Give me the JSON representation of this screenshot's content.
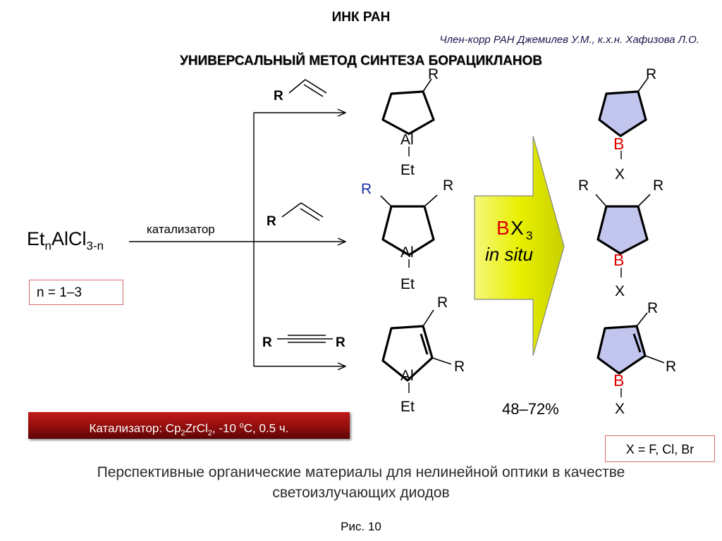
{
  "header": {
    "org": "ИНК РАН",
    "authors": "Член-корр РАН Джемилев У.М., к.х.н. Хафизова Л.О.",
    "title": "УНИВЕРСАЛЬНЫЙ МЕТОД СИНТЕЗА БОРАЦИКЛАНОВ"
  },
  "reagent": {
    "base": "Et",
    "sub1": "n",
    "mid": "AlCl",
    "sub2": "3-n"
  },
  "catalyst_label": "катализатор",
  "n_range": "n = 1–3",
  "substituent": "R",
  "labels": {
    "al": "Al",
    "et": "Et",
    "b": "B",
    "x": "X"
  },
  "reagent_arrow": {
    "b": "B",
    "x": "X",
    "sub": "3",
    "in_situ": "in situ"
  },
  "conditions": {
    "prefix": "Катализатор: Cp",
    "s1": "2",
    "mid": "ZrCl",
    "s2": "2",
    "temp": ", -10 ",
    "deg": "o",
    "suffix": "C, 0.5 ч."
  },
  "yield": "48–72%",
  "x_values": "X = F, Cl, Br",
  "footer": "Перспективные органические материалы для нелинейной оптики в качестве светоизлучающих диодов",
  "figure_caption": "Рис. 10",
  "colors": {
    "accent_red": "#e00000",
    "arrow_yellow": "#e8f000",
    "ring_fill": "#c2c6ee",
    "box_border": "#d86b6b",
    "r_blue": "#1a2fa8"
  }
}
